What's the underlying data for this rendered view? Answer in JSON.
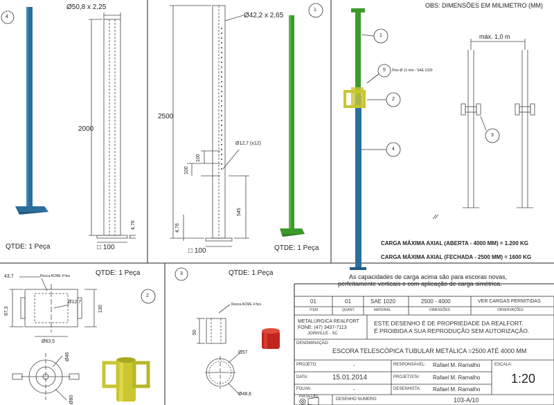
{
  "views": {
    "v4": {
      "balloon": "4",
      "diam_label": "Ø50,8 x 2,25",
      "height_label": "2000",
      "plate_t": "4,76",
      "plate_w": "□ 100",
      "qty": "QTDE: 1 Peça",
      "color": "#2c6f9c"
    },
    "v1": {
      "balloon": "1",
      "diam_label": "Ø42,2 x 2,65",
      "height_label": "2500",
      "hole_label": "Ø12,7 (x12)",
      "pitch_a": "100",
      "pitch_b": "100",
      "h_545": "545",
      "plate_t": "4,76",
      "plate_w": "□ 100",
      "qty": "QTDE: 1 Peça",
      "color": "#3c9a2c"
    },
    "assembly": {
      "obs": "OBS: DIMENSÕES EM MILIMETRO (MM)",
      "max_label": "máx. 1,0 m",
      "balloons": [
        "1",
        "5",
        "2",
        "4",
        "3"
      ],
      "pin_note": "Pino Ø 11 mm - SAE 1020",
      "load_open": "CARGA MÁXIMA AXIAL (ABERTA - 4000 MM) = 1.200 KG",
      "load_closed": "CARGA MÁXIMA AXIAL (FECHADA - 2500 MM) = 1600 KG",
      "note_line1": "As capacidades de carga acima são para escoras novas,",
      "note_line2": "perfeitamente verticais e com aplicação de carga simétrica."
    },
    "v2": {
      "balloon": "2",
      "qty": "QTDE: 1 Peça",
      "d_43_7": "43,7",
      "d_87_3": "87,3",
      "thread": "Rosca ACME 4 fios",
      "d_12_7": "Ø12,7",
      "d_130": "130",
      "d_63_5": "Ø63,5",
      "d_46": "Ø46",
      "d_80": "Ø80",
      "color": "#c9c630"
    },
    "v3": {
      "balloon": "3",
      "qty": "QTDE: 1 Peça",
      "thread": "Rosca ACME 4 fios",
      "d_50": "50",
      "d_57": "Ø57",
      "d_48_6": "Ø48,6",
      "color": "#c0251e"
    }
  },
  "title_block": {
    "row1": [
      "01",
      "01",
      "SAE 1020",
      "2500 - 4000",
      "VER CARGAS PERMITIDAS"
    ],
    "headers": [
      "ITEM",
      "QUANT.",
      "MATERIAL",
      "DIMENSÕES",
      "OBSERVAÇÕES"
    ],
    "company_name": "METALÚRGICA REALFORT",
    "company_phone": "FONE: (47) 3437-7113",
    "company_city": "JOINVILLE - SC",
    "notice1": "ESTE DESENHO É DE PROPRIEDADE DA REALFORT.",
    "notice2": "É PROIBIDA A SUA REPRODUÇÃO SEM AUTORIZAÇÃO.",
    "denominacao_label": "DENOMINAÇÃO:",
    "denominacao": "ESCORA TELESCÓPICA TUBULAR METÁLICA =2500 ATÉ 4000 MM",
    "projeto_label": "PROJETO:",
    "projeto": "-",
    "responsavel_label": "RESPONSÁVEL:",
    "responsavel": "Rafael M. Ramalho",
    "escala_label": "ESCALA:",
    "escala": "1:20",
    "data_label": "DATA:",
    "data": "15.01.2014",
    "projetista_label": "PROJETISTA:",
    "projetista": "Rafael M. Ramalho",
    "folha_label": "FOLHA:",
    "folha": "-",
    "desenhista_label": "DESENHISTA:",
    "desenhista": "Rafael M. Ramalho",
    "projecao_label": "PROJEÇÃO",
    "desenho_label": "DESENHO NUMERO:",
    "desenho": "103-A/10"
  }
}
